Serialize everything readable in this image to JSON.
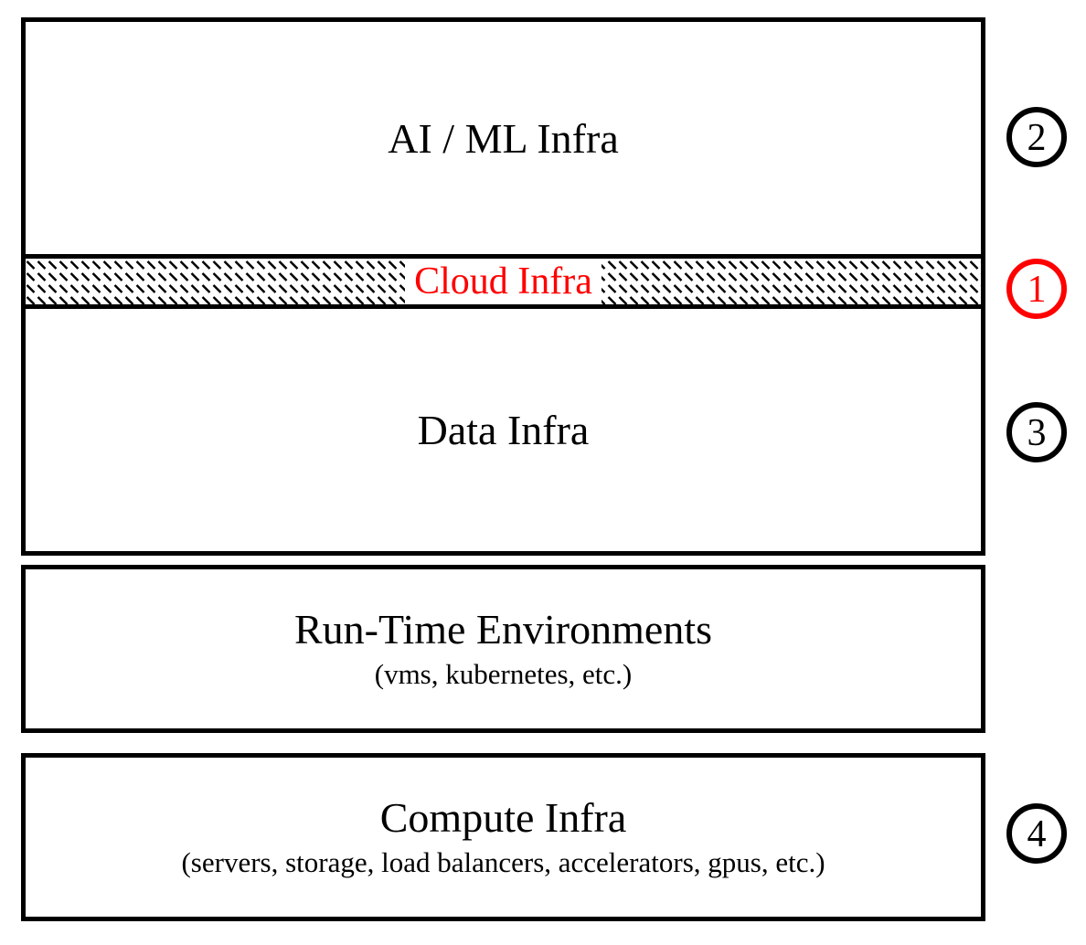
{
  "stack": {
    "ai_ml_label": "AI / ML Infra",
    "cloud_label": "Cloud Infra",
    "cloud_color": "#ff0000",
    "data_label": "Data Infra"
  },
  "runtime": {
    "title": "Run-Time Environments",
    "subtitle": "(vms, kubernetes, etc.)"
  },
  "compute": {
    "title": "Compute Infra",
    "subtitle": "(servers, storage, load balancers, accelerators, gpus, etc.)"
  },
  "badges": [
    {
      "number": "2",
      "color": "#000000"
    },
    {
      "number": "1",
      "color": "#ff0000"
    },
    {
      "number": "3",
      "color": "#000000"
    },
    {
      "number": "4",
      "color": "#000000"
    }
  ],
  "colors": {
    "line": "#000000",
    "background": "#ffffff",
    "accent": "#ff0000"
  }
}
